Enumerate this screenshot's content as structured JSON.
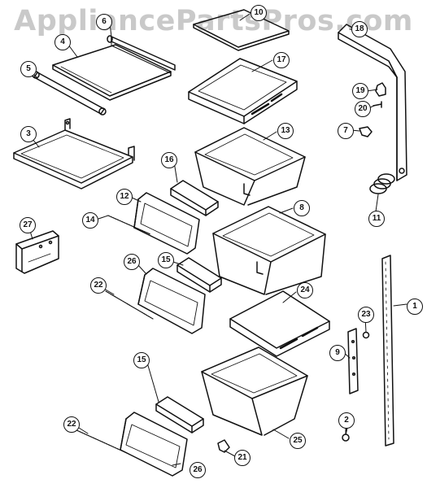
{
  "watermark": "AppliancePartsPros.com",
  "callouts": {
    "c1": "1",
    "c2": "2",
    "c3": "3",
    "c4": "4",
    "c5": "5",
    "c6": "6",
    "c7": "7",
    "c8": "8",
    "c9": "9",
    "c10": "10",
    "c11": "11",
    "c12": "12",
    "c13": "13",
    "c14": "14",
    "c15a": "15",
    "c15b": "15",
    "c16": "16",
    "c17": "17",
    "c18": "18",
    "c19": "19",
    "c20": "20",
    "c21": "21",
    "c22a": "22",
    "c22b": "22",
    "c23": "23",
    "c24": "24",
    "c25": "25",
    "c26a": "26",
    "c26b": "26",
    "c27": "27"
  },
  "colors": {
    "line": "#111111",
    "watermark": "#c9c9c9"
  }
}
